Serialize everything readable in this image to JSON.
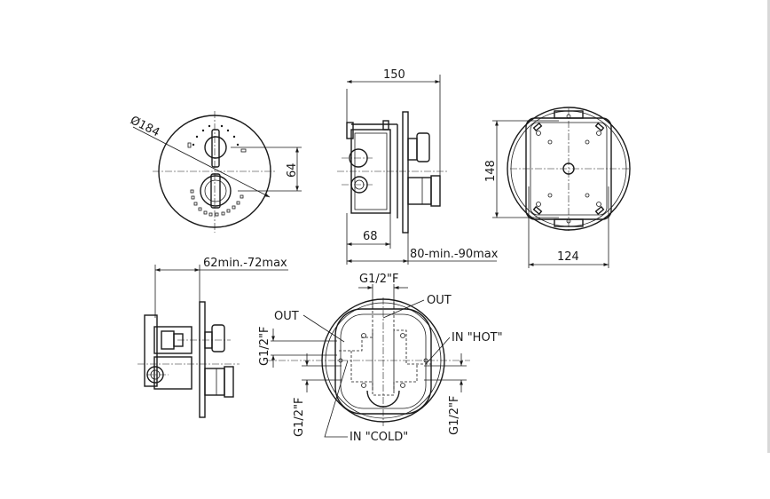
{
  "dimensions": {
    "diameter": "Ø184",
    "width_150": "150",
    "height_64": "64",
    "depth_68": "68",
    "wall_range": "80-min.-90max",
    "height_148": "148",
    "width_124": "124",
    "wall_range_side": "62min.-72max"
  },
  "connections": {
    "top_thread": "G1/2\"F",
    "out_right": "OUT",
    "out_left": "OUT",
    "in_hot": "IN \"HOT\"",
    "in_cold": "IN \"COLD\"",
    "left_thread_upper": "G1/2\"F",
    "left_thread_lower": "G1/2\"F",
    "right_thread_lower": "G1/2\"F"
  }
}
